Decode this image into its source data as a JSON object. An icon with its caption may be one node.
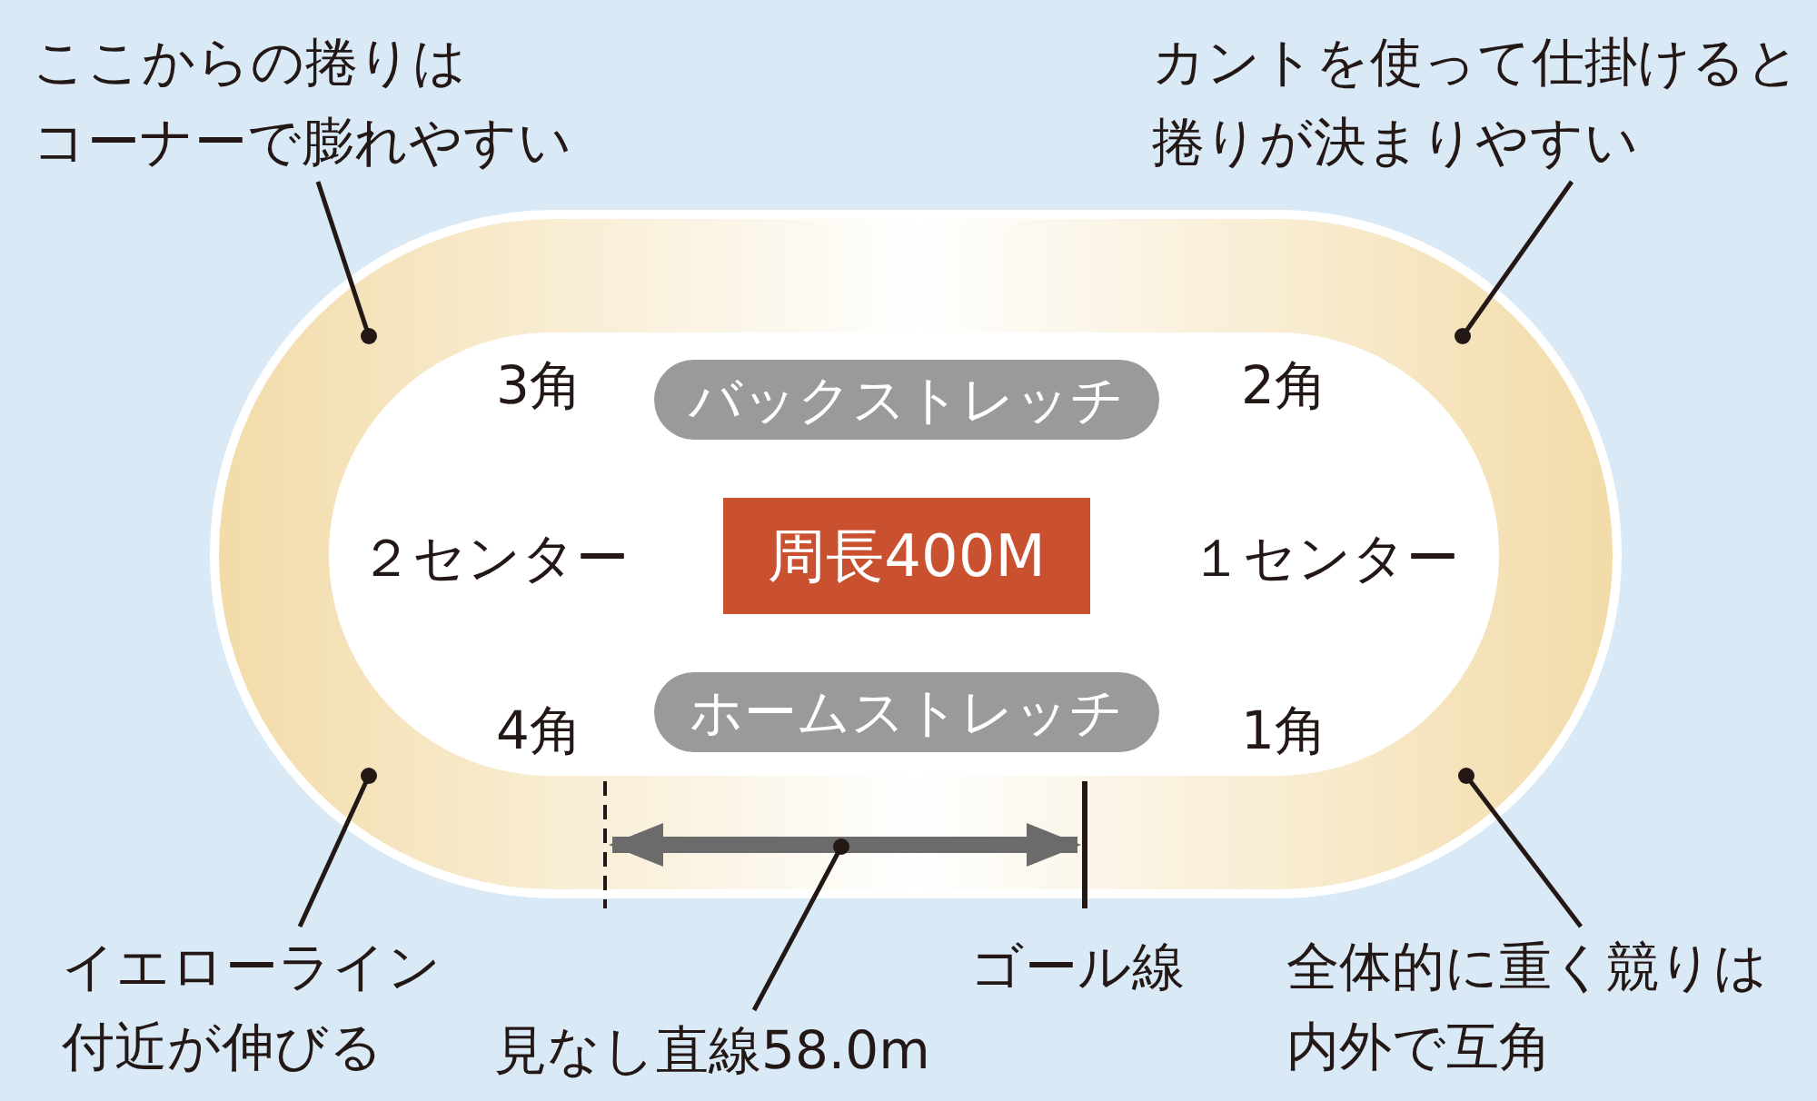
{
  "diagram": {
    "nodes": [
      {
        "text": [
          "ここからの捲りはコーナーで膨れやすい"
        ]
      },
      {
        "text": [
          "カントを使って仕掛けると捲りが決まりやすい"
        ]
      },
      {
        "text": [
          "イエローライン付近が伸びる"
        ]
      },
      {
        "text": [
          "見なし直線58.0m"
        ]
      },
      {
        "text": [
          "全体的に重く競りは内外で互角"
        ]
      },
      {
        "text": [
          "バックストレッチ"
        ]
      },
      {
        "text": [
          "周長400M"
        ]
      },
      {
        "text": [
          "ホームストレッチ"
        ]
      }
    ],
    "edges": [
      {
        "from": 0,
        "to": null,
        "arrow": "other"
      },
      {
        "from": 1,
        "to": null,
        "arrow": "other"
      },
      {
        "from": 2,
        "to": null,
        "arrow": "other"
      },
      {
        "from": 3,
        "to": null,
        "arrow": "other"
      },
      {
        "from": 4,
        "to": null,
        "arrow": "other"
      }
    ],
    "labels": [
      "3角",
      "2角",
      "２センター",
      "１センター",
      "4角",
      "1角",
      "ゴール線"
    ]
  }
}
